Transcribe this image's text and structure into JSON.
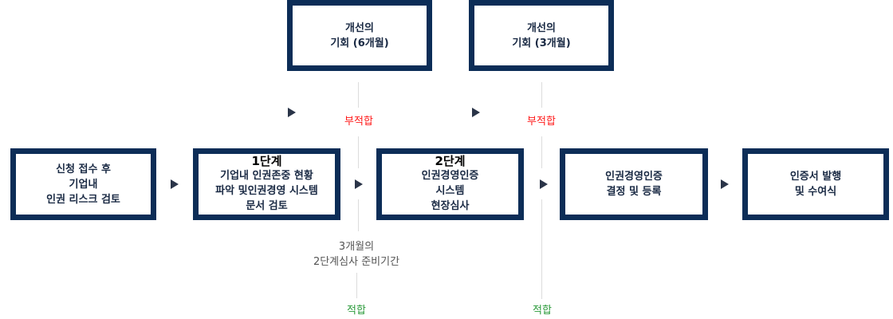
{
  "top_boxes": [
    {
      "lines": [
        "개선의",
        "기회 (6개월)"
      ]
    },
    {
      "lines": [
        "개선의",
        "기회 (3개월)"
      ]
    }
  ],
  "steps": [
    {
      "lines": [
        "신청 접수 후",
        "기업내",
        "인권 리스크 검토"
      ]
    },
    {
      "title": "1단계",
      "lines": [
        "기업내 인권존중 현황",
        "파악 및인권경영 시스템",
        "문서 검토"
      ]
    },
    {
      "title": "2단계",
      "lines": [
        "인권경영인증",
        "시스템",
        "현장심사"
      ]
    },
    {
      "lines": [
        "인권경영인증",
        "결정 및 등록"
      ]
    },
    {
      "lines": [
        "인증서 발행",
        "및 수여식"
      ]
    }
  ],
  "labels": {
    "fail_1": "부적합",
    "fail_2": "부적합",
    "pass_1": "적합",
    "pass_2": "적합",
    "prep_line1": "3개월의",
    "prep_line2": "2단계심사 준비기간"
  },
  "colors": {
    "box_border": "#0c2d57",
    "fail": "#ff1a1a",
    "pass": "#2a9a3a"
  }
}
